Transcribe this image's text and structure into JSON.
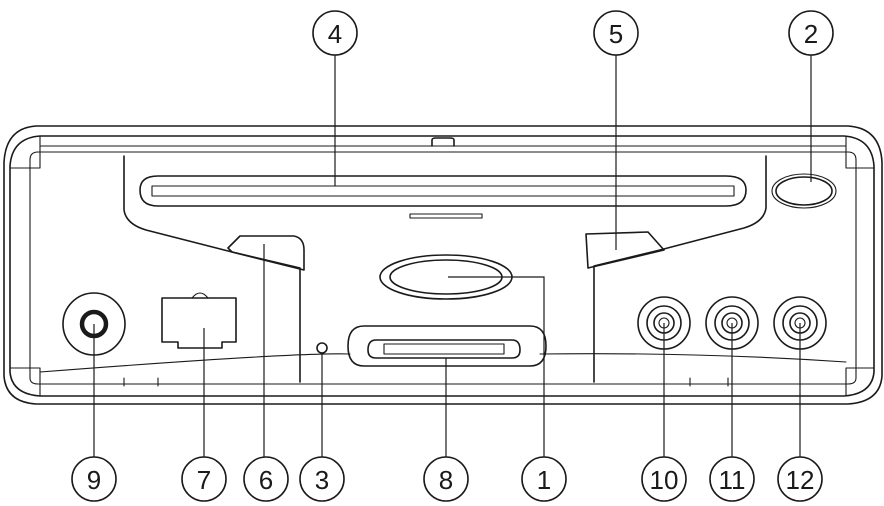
{
  "diagram": {
    "callouts": [
      {
        "id": "1",
        "label": "1",
        "part": "button"
      },
      {
        "id": "2",
        "label": "2",
        "part": "button"
      },
      {
        "id": "3",
        "label": "3",
        "part": "pinhole"
      },
      {
        "id": "4",
        "label": "4",
        "part": "disc-slot"
      },
      {
        "id": "5",
        "label": "5",
        "part": "button"
      },
      {
        "id": "6",
        "label": "6",
        "part": "button"
      },
      {
        "id": "7",
        "label": "7",
        "part": "jack"
      },
      {
        "id": "8",
        "label": "8",
        "part": "connector"
      },
      {
        "id": "9",
        "label": "9",
        "part": "jack"
      },
      {
        "id": "10",
        "label": "10",
        "part": "rca-jack"
      },
      {
        "id": "11",
        "label": "11",
        "part": "rca-jack"
      },
      {
        "id": "12",
        "label": "12",
        "part": "rca-jack"
      }
    ]
  }
}
